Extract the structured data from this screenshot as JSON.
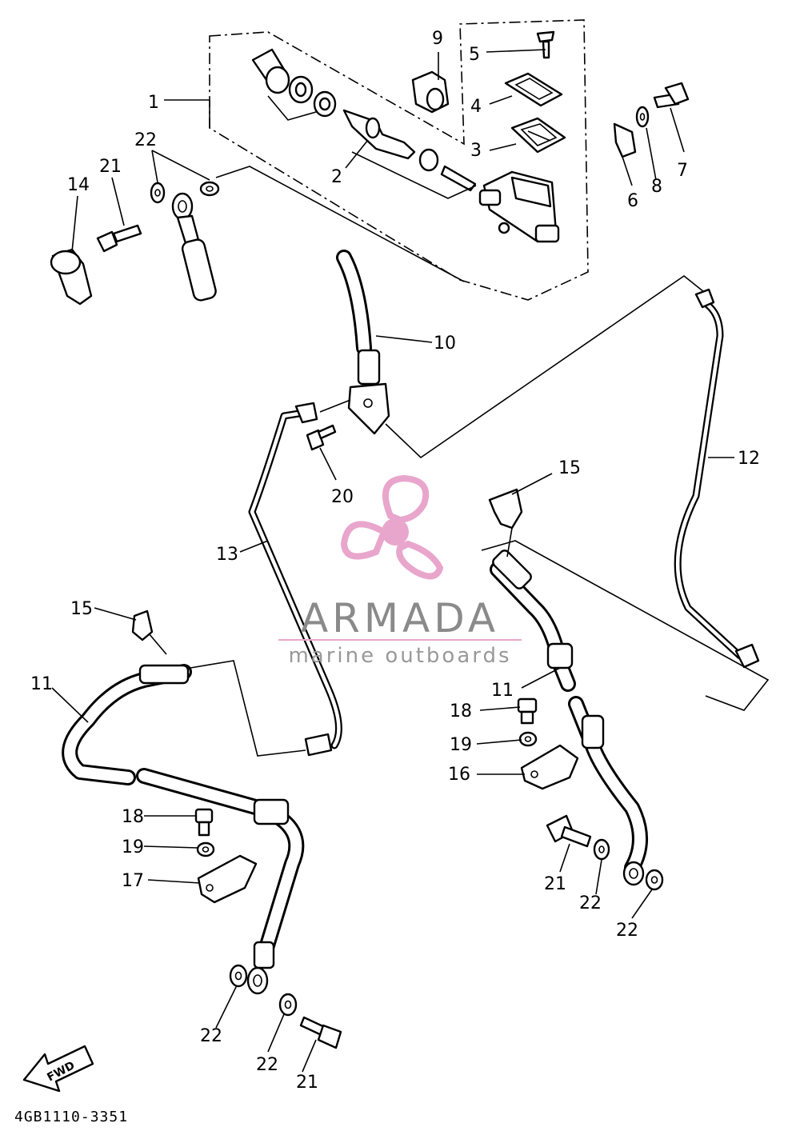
{
  "diagram": {
    "code": "4GB1110-3351",
    "fwd_label": "FWD"
  },
  "watermark": {
    "brand": "ARMADA",
    "tagline": "marine outboards",
    "brand_color": "#8a8a8a",
    "accent_color": "#e9a6cc"
  },
  "callouts": {
    "c1": "1",
    "c2": "2",
    "c3": "3",
    "c4": "4",
    "c5": "5",
    "c6": "6",
    "c7": "7",
    "c8": "8",
    "c9": "9",
    "c10": "10",
    "c11a": "11",
    "c11b": "11",
    "c12": "12",
    "c13": "13",
    "c14": "14",
    "c15a": "15",
    "c15b": "15",
    "c16": "16",
    "c17": "17",
    "c18a": "18",
    "c18b": "18",
    "c19a": "19",
    "c19b": "19",
    "c20": "20",
    "c21a": "21",
    "c21b": "21",
    "c21c": "21",
    "c22a": "22",
    "c22b": "22",
    "c22c": "22",
    "c22d": "22",
    "c22e": "22"
  }
}
